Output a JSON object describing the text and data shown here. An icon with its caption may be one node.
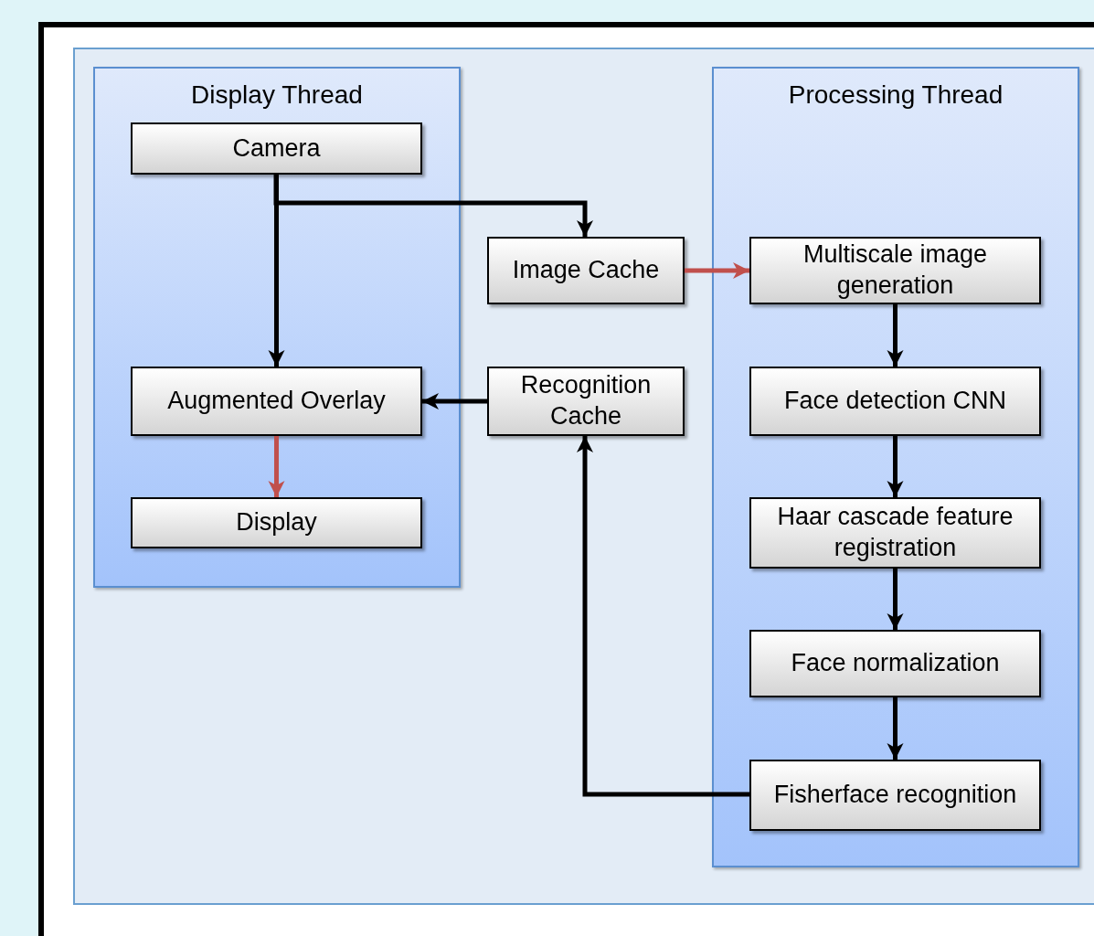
{
  "diagram": {
    "nodes": [
      {
        "text": [
          "Display Thread"
        ]
      },
      {
        "text": [
          "Camera"
        ],
        "in": 0
      },
      {
        "text": [
          "Augmented Overlay"
        ],
        "in": 0
      },
      {
        "text": [
          "Display"
        ],
        "in": 0
      },
      {
        "text": [
          "Image Cache"
        ]
      },
      {
        "text": [
          "Recognition Cache"
        ]
      },
      {
        "text": [
          "Processing Thread"
        ]
      },
      {
        "text": [
          "Multiscale image generation"
        ],
        "in": 6
      },
      {
        "text": [
          "Face detection CNN"
        ],
        "in": 6
      },
      {
        "text": [
          "Haar cascade feature registration"
        ],
        "in": 6
      },
      {
        "text": [
          "Face normalization"
        ],
        "in": 6
      },
      {
        "text": [
          "Fisherface recognition"
        ],
        "in": 6
      }
    ],
    "edges": [
      {
        "from": 1,
        "to": 2,
        "arrow": "to"
      },
      {
        "from": 1,
        "to": 4,
        "arrow": "to"
      },
      {
        "from": 4,
        "to": 7,
        "arrow": "to",
        "color": "#c0504d"
      },
      {
        "from": 7,
        "to": 8,
        "arrow": "to"
      },
      {
        "from": 8,
        "to": 9,
        "arrow": "to"
      },
      {
        "from": 9,
        "to": 10,
        "arrow": "to"
      },
      {
        "from": 10,
        "to": 11,
        "arrow": "to"
      },
      {
        "from": 11,
        "to": 5,
        "arrow": "to"
      },
      {
        "from": 5,
        "to": 2,
        "arrow": "to"
      },
      {
        "from": 2,
        "to": 3,
        "arrow": "to",
        "color": "#c0504d"
      }
    ]
  }
}
